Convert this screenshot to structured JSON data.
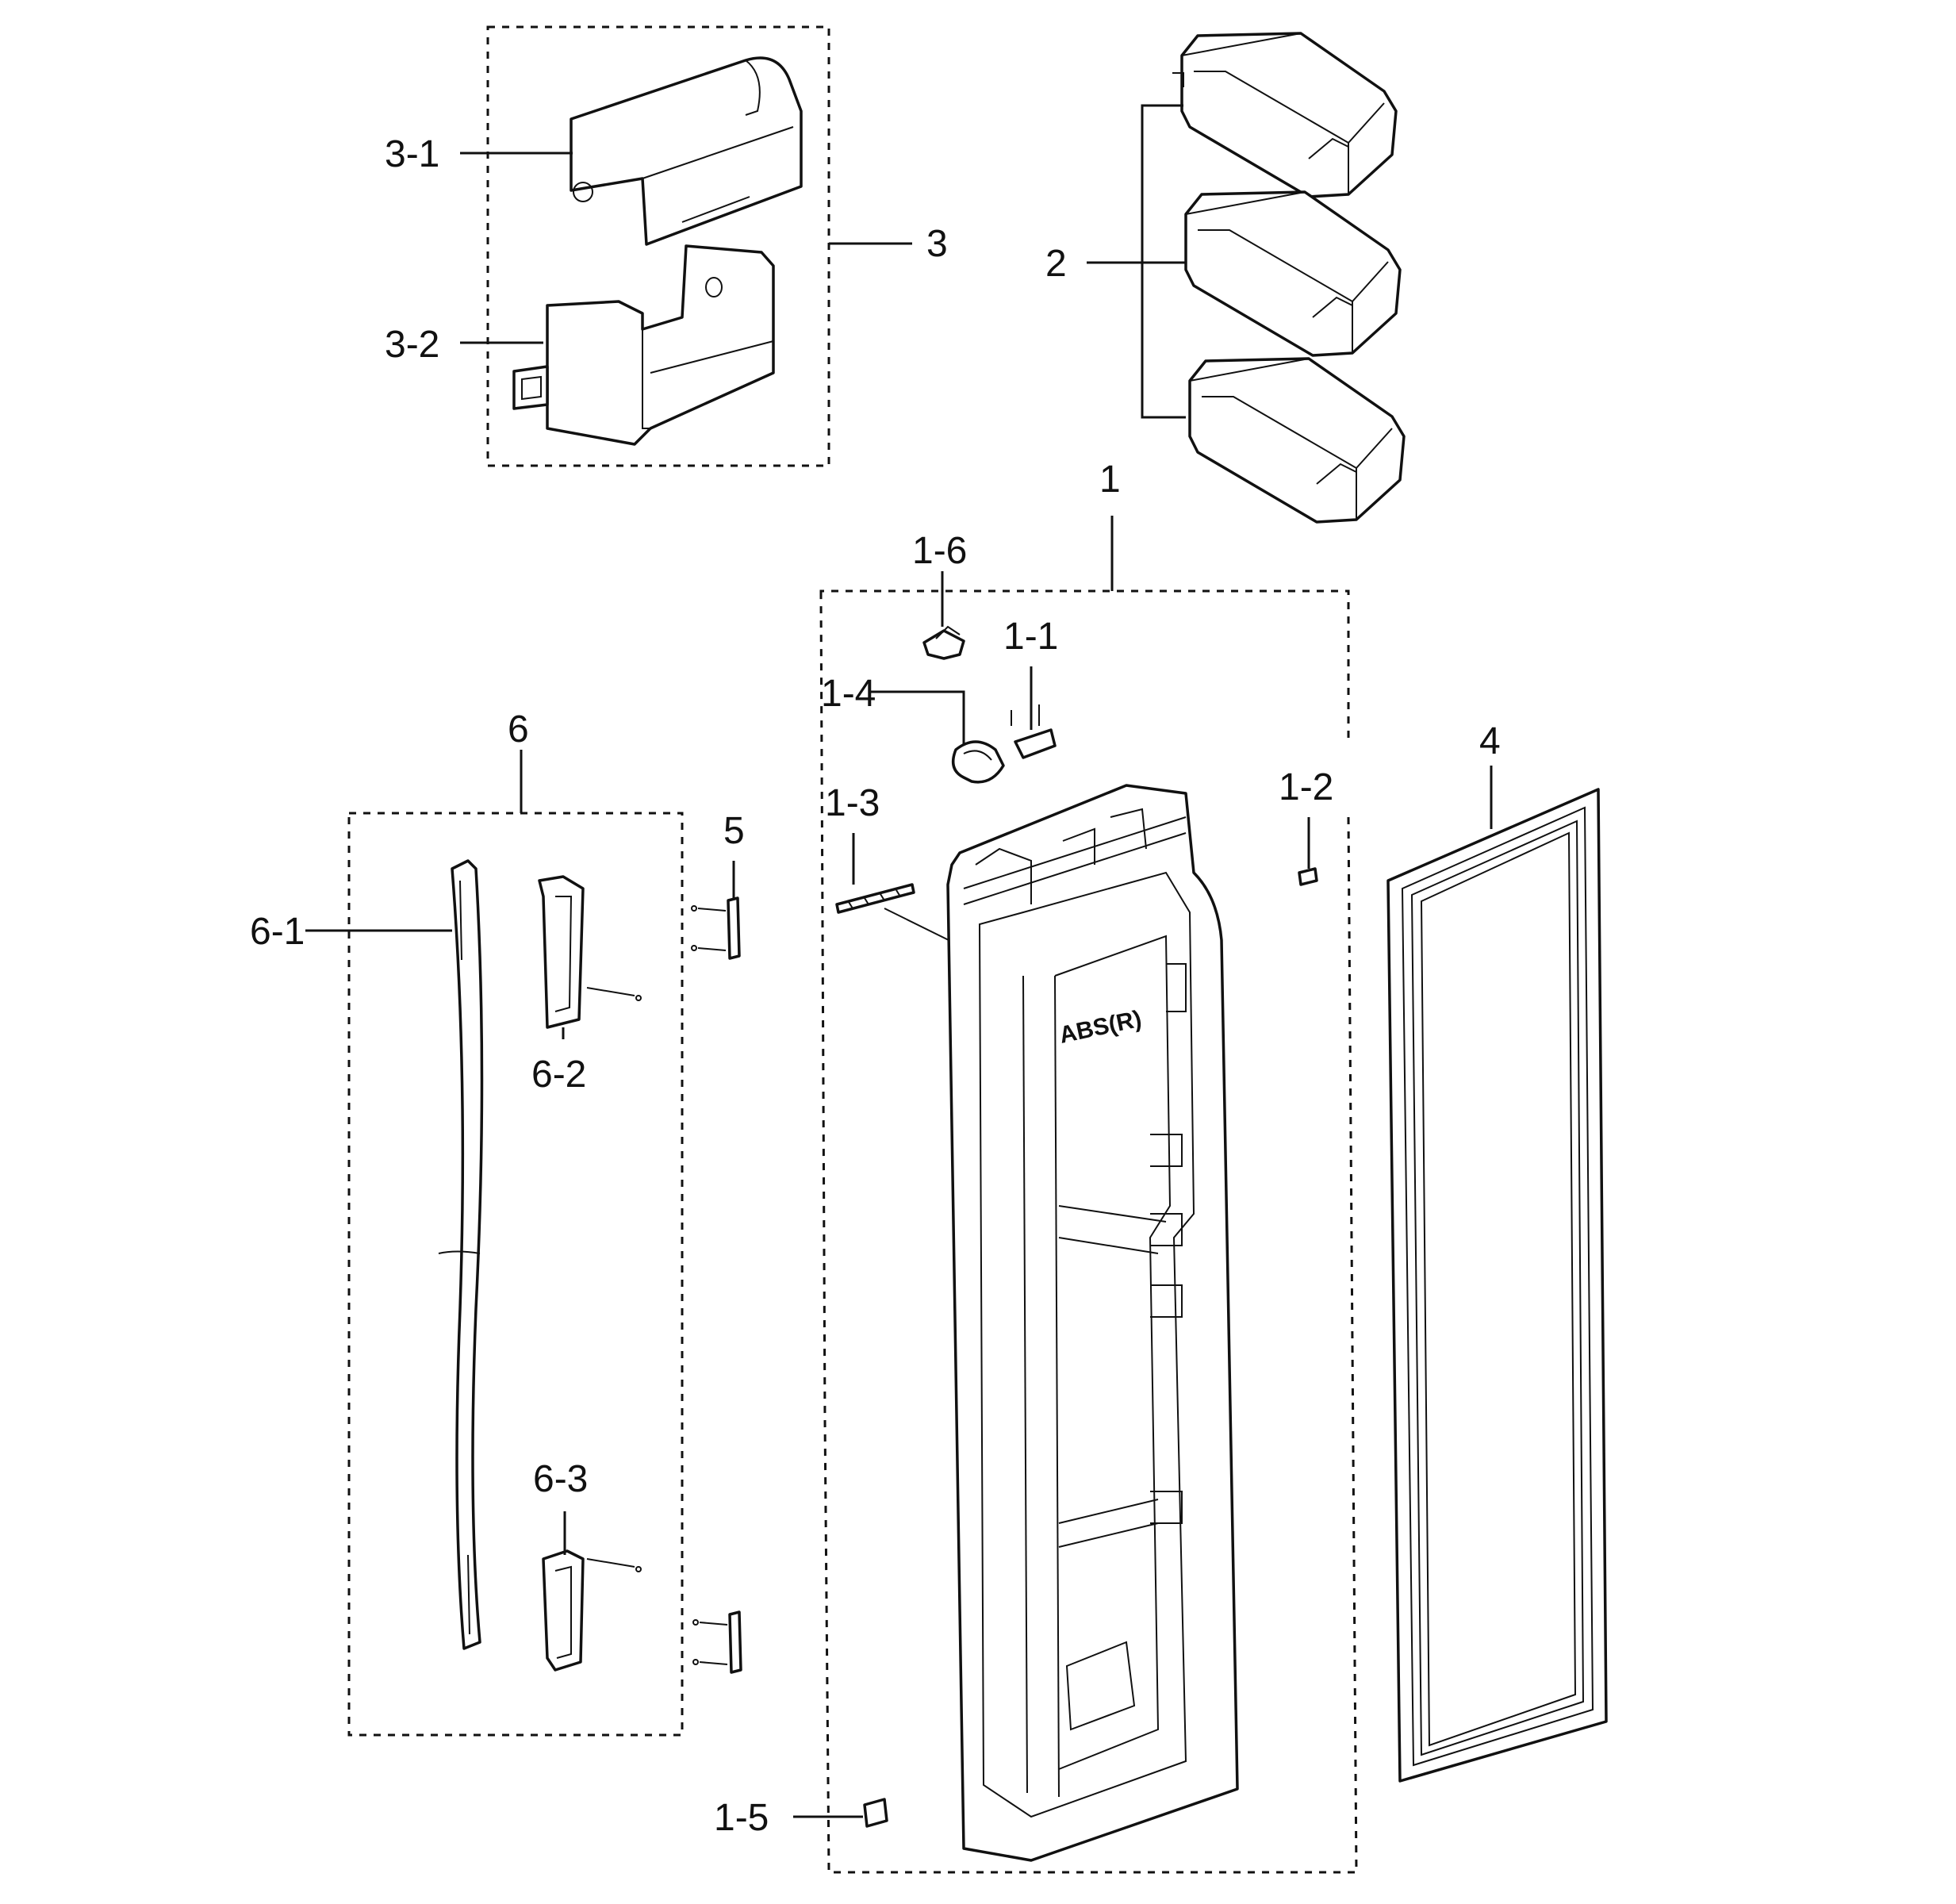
{
  "callouts": {
    "c1": "1",
    "c1_1": "1-1",
    "c1_2": "1-2",
    "c1_3": "1-3",
    "c1_4": "1-4",
    "c1_5": "1-5",
    "c1_6": "1-6",
    "c2": "2",
    "c3": "3",
    "c3_1": "3-1",
    "c3_2": "3-2",
    "c4": "4",
    "c5": "5",
    "c6": "6",
    "c6_1": "6-1",
    "c6_2": "6-2",
    "c6_3": "6-3"
  },
  "door_marking": "ABS(R)",
  "colors": {
    "line": "#111111",
    "background": "#ffffff"
  }
}
